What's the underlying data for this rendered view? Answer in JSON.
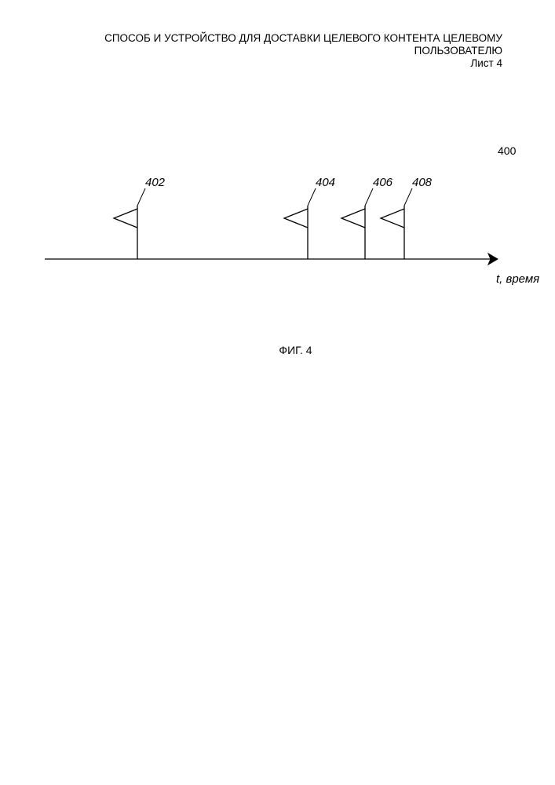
{
  "header": {
    "title_line1": "СПОСОБ  И УСТРОЙСТВО ДЛЯ ДОСТАВКИ ЦЕЛЕВОГО КОНТЕНТА ЦЕЛЕВОМУ",
    "title_line2": "ПОЛЬЗОВАТЕЛЮ",
    "sheet": "Лист 4"
  },
  "figure": {
    "reference": "400",
    "axis_label": "t, время",
    "markers": [
      {
        "label": "402"
      },
      {
        "label": "404"
      },
      {
        "label": "406"
      },
      {
        "label": "408"
      }
    ],
    "caption": "ФИГ. 4"
  }
}
